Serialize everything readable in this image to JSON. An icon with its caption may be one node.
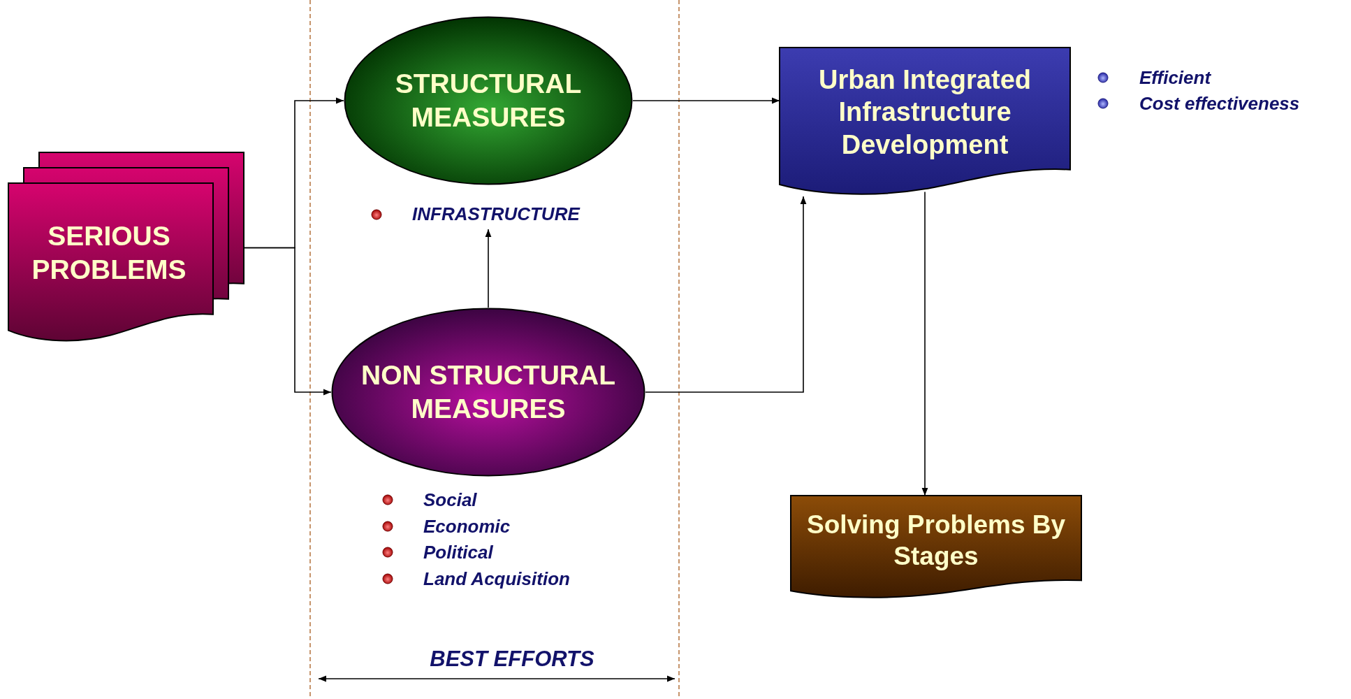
{
  "diagram": {
    "nodes": [
      {
        "text": [
          "SERIOUS PROBLEMS"
        ]
      },
      {
        "text": [
          "STRUCTURAL MEASURES"
        ]
      },
      {
        "text": [
          "INFRASTRUCTURE"
        ]
      },
      {
        "text": [
          "NON STRUCTURAL MEASURES"
        ],
        "beside": [
          "Social",
          "Economic",
          "Political",
          "Land Acquisition"
        ]
      },
      {
        "text": [
          "Urban Integrated Infrastructure Development"
        ],
        "beside": [
          "Efficient",
          "Cost effectiveness"
        ]
      },
      {
        "text": [
          "Solving Problems By Stages"
        ]
      }
    ],
    "edges": [
      {
        "from": 0,
        "to": 1,
        "arrow": "to"
      },
      {
        "from": 0,
        "to": 3,
        "arrow": "to"
      },
      {
        "from": 3,
        "to": 2,
        "arrow": "to"
      },
      {
        "from": 1,
        "to": 4,
        "arrow": "to"
      },
      {
        "from": 3,
        "to": 4,
        "arrow": "to"
      },
      {
        "from": 4,
        "to": 5,
        "arrow": "to"
      }
    ],
    "labels": [
      "BEST EFFORTS"
    ]
  }
}
